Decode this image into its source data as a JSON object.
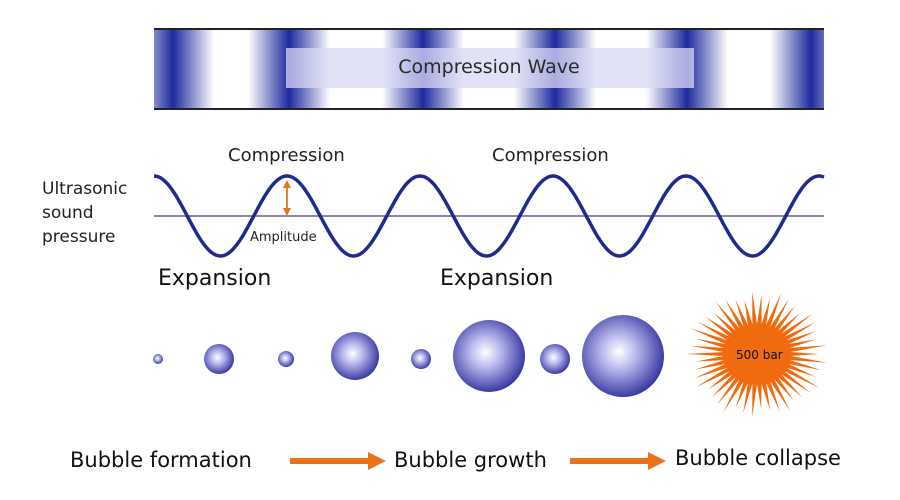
{
  "compression_wave": {
    "label": "Compression Wave",
    "dark_color": "#1f2a9e",
    "light_color": "#ffffff",
    "inner_light_color": "#c9c9f0"
  },
  "wave": {
    "y_axis_label": [
      "Ultrasonic",
      "sound",
      "pressure"
    ],
    "compression_labels": [
      "Compression",
      "Compression"
    ],
    "expansion_labels": [
      "Expansion",
      "Expansion"
    ],
    "amplitude_label": "Amplitude",
    "wave_color": "#1f2a8f",
    "baseline_color": "#6b5b8a",
    "amplitude_arrow_color": "#e07a1e"
  },
  "bubbles": {
    "fill_dark": "#2a2a9a",
    "fill_light": "#ffffff",
    "collapse_color": "#f06a0f",
    "collapse_label": "500 bar"
  },
  "stages": {
    "formation": "Bubble formation",
    "growth": "Bubble growth",
    "collapse": "Bubble collapse",
    "arrow_color": "#e8731a"
  }
}
